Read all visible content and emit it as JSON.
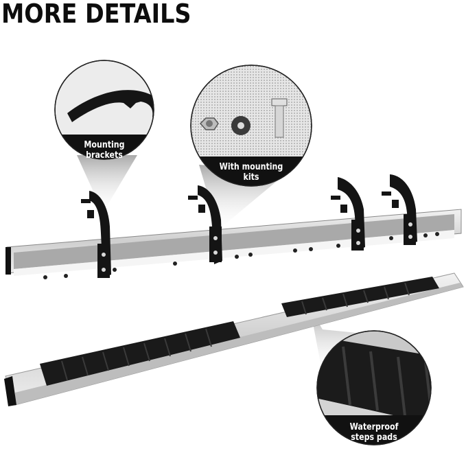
{
  "title": "MORE DETAILS",
  "callouts": [
    {
      "id": "mounting-brackets",
      "line1": "Mounting",
      "line2": "brackets"
    },
    {
      "id": "mounting-kits",
      "line1": "With mounting",
      "line2": "kits"
    },
    {
      "id": "waterproof-pads",
      "line1": "Waterproof",
      "line2": "steps pads"
    }
  ],
  "colors": {
    "background": "#ffffff",
    "text": "#0d0d0d",
    "label_band": "#111111",
    "steel": "#d9d9d9",
    "pad": "#1a1a1a"
  }
}
